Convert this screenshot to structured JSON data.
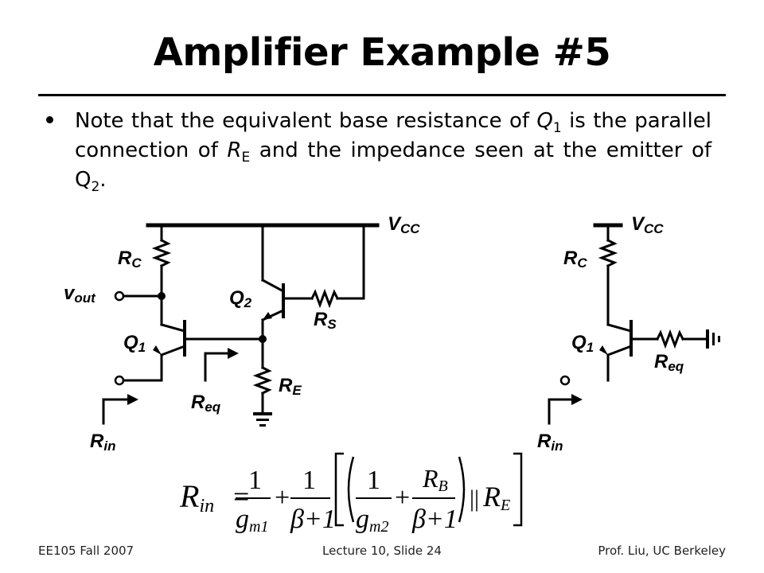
{
  "slide": {
    "title": "Amplifier Example #5",
    "bullet": {
      "p1": "Note that the equivalent base resistance of ",
      "q": "Q",
      "q_sub": "1",
      "p2": " is the parallel connection of ",
      "r": "R",
      "r_sub": "E",
      "p3": " and the impedance seen at the emitter of Q",
      "q2_sub": "2",
      "p4": "."
    }
  },
  "left_circuit": {
    "vcc": "V",
    "vcc_sub": "CC",
    "rc": "R",
    "rc_sub": "C",
    "vout": "v",
    "vout_sub": "out",
    "q2": "Q",
    "q2_sub": "2",
    "rs": "R",
    "rs_sub": "S",
    "q1": "Q",
    "q1_sub": "1",
    "re": "R",
    "re_sub": "E",
    "req": "R",
    "req_sub": "eq",
    "rin": "R",
    "rin_sub": "in"
  },
  "right_circuit": {
    "vcc": "V",
    "vcc_sub": "CC",
    "rc": "R",
    "rc_sub": "C",
    "q1": "Q",
    "q1_sub": "1",
    "req": "R",
    "req_sub": "eq",
    "rin": "R",
    "rin_sub": "in"
  },
  "equation": {
    "lhs": "R",
    "lhs_sub": "in",
    "eq": "=",
    "one": "1",
    "gm": "g",
    "gm_sub": "m1",
    "plus": "+",
    "beta1": "β+1",
    "gm2": "g",
    "gm2_sub": "m2",
    "rb": "R",
    "rb_sub": "B",
    "parallel": "||",
    "re": "R",
    "re_sub": "E"
  },
  "footer": {
    "left": "EE105 Fall 2007",
    "center": "Lecture 10, Slide 24",
    "right": "Prof. Liu, UC Berkeley"
  },
  "colors": {
    "text": "#000000",
    "background": "#ffffff",
    "footer": "#222222"
  }
}
